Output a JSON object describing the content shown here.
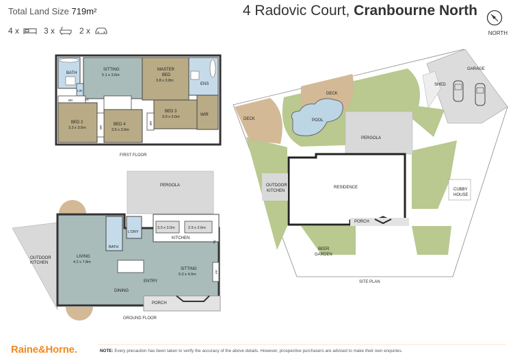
{
  "header": {
    "land_label": "Total Land Size",
    "land_value": "719m²",
    "address": "4 Radovic Court,",
    "suburb": "Cranbourne North",
    "north_label": "NORTH"
  },
  "features": [
    {
      "count": "4 x",
      "icon": "bed-icon"
    },
    {
      "count": "3 x",
      "icon": "bath-icon"
    },
    {
      "count": "2 x",
      "icon": "car-icon"
    }
  ],
  "first_floor": {
    "title": "FIRST FLOOR",
    "rooms": {
      "bath": "BATH",
      "lin": "LIN",
      "lr": "LR",
      "sitting": "SITTING",
      "sitting_dim": "5.1 x 3.6m",
      "master": "MASTER",
      "master2": "BED",
      "master_dim": "3.8 x 3.8m",
      "ens": "ENS",
      "wir": "WIR",
      "bed2": "BED 2",
      "bed2_dim": "3.3 x 3.6m",
      "bed4": "BED 4",
      "bed4_dim": "3.5 x 3.0m",
      "bed3": "BED 3",
      "bed3_dim": "3.9 x 3.0m",
      "br": "BR",
      "br2": "BR",
      "br3": "BR"
    }
  },
  "ground_floor": {
    "title": "GROUND FLOOR",
    "rooms": {
      "pergola": "PERGOLA",
      "outdoor_kitchen": "OUTDOOR",
      "outdoor_kitchen2": "KITCHEN",
      "living": "LIVING",
      "living_dim": "4.2 x 7.8m",
      "bath": "BATH",
      "ldry": "L'DRY",
      "dim1": "3.0 x 3.0m",
      "dim2": "2.9 x 2.6m",
      "kitchen": "KITCHEN",
      "f": "F",
      "pp": "PP",
      "sitting": "SITTING",
      "sitting_dim": "5.0 x 4.0m",
      "entry": "ENTRY",
      "dining": "DINING",
      "porch": "PORCH"
    }
  },
  "site_plan": {
    "title": "SITE PLAN",
    "labels": {
      "deck1": "DECK",
      "deck2": "DECK",
      "pool": "POOL",
      "garage": "GARAGE",
      "shed": "SHED",
      "pergola": "PERGOLA",
      "outdoor": "OUTDOOR",
      "kitchen": "KITCHEN",
      "residence": "RESIDENCE",
      "cubby": "CUBBY",
      "house": "HOUSE",
      "porch": "PORCH",
      "beer": "BEER",
      "garden": "GARDEN"
    }
  },
  "footer": {
    "logo": "Raine&Horne.",
    "note_label": "NOTE:",
    "note_text": "Every precaution has been taken to verify the accuracy of the above details. However, prospective purchasers are advised to make their own enquiries."
  },
  "colors": {
    "living": "#a9bcb9",
    "bedroom": "#b8ab86",
    "wet": "#c6dbea",
    "outdoor": "#d9d9d9",
    "deck": "#d3b996",
    "lawn": "#b9c98f",
    "pool": "#bcd6e6",
    "orange": "#f18a1f"
  }
}
